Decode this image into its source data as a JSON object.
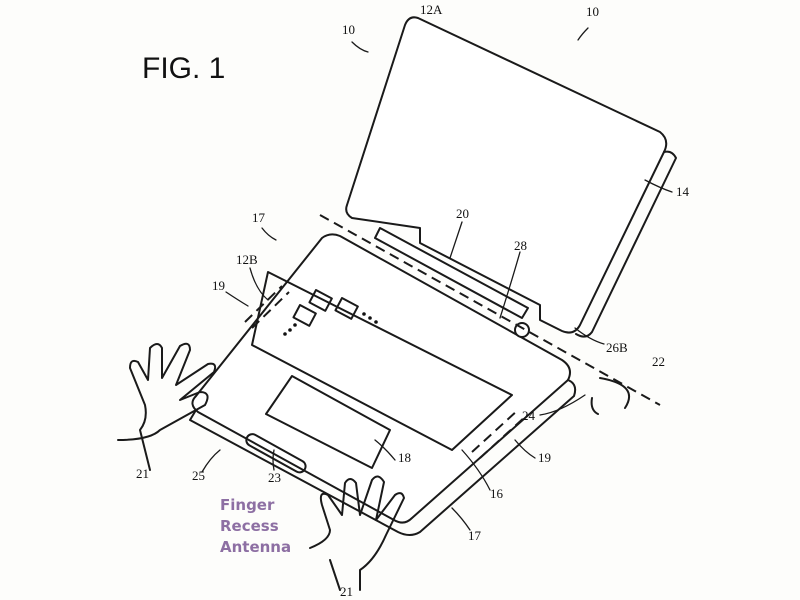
{
  "figure_title": "FIG. 1",
  "annotation": [
    "Finger",
    "Recess",
    "Antenna"
  ],
  "annotation_color": "#8d6fa3",
  "refs": {
    "device_a": "10",
    "device_b": "10",
    "upper_housing": "12A",
    "lower_housing": "12B",
    "display": "14",
    "display_base": "16",
    "edge_a": "17",
    "edge_b": "17",
    "trackpad": "18",
    "antenna_left": "19",
    "antenna_right": "19",
    "hinge_region": "20",
    "hand_left": "21",
    "hand_bottom": "21",
    "hinge_axis": "22",
    "finger_recess": "23",
    "rotation": "24",
    "front_edge": "25",
    "hinge_end": "26B",
    "hinge_cover": "28"
  }
}
